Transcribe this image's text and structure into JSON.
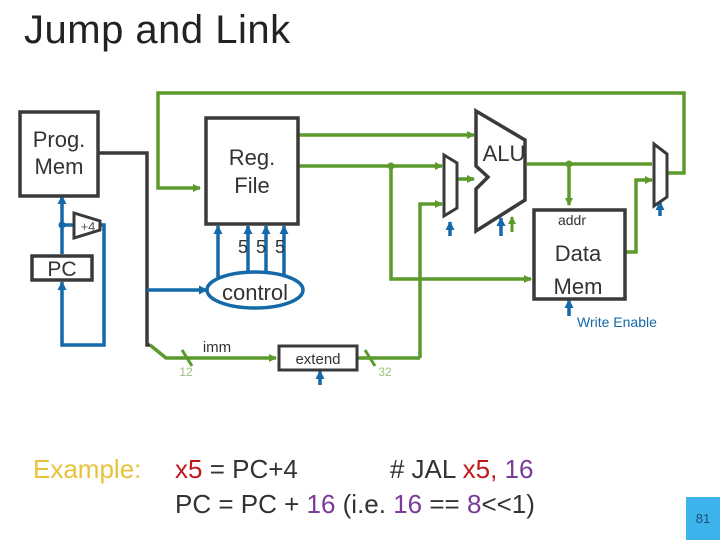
{
  "slide": {
    "title": "Jump and Link",
    "page_number": "81"
  },
  "colors": {
    "datapath": "#5b9a2b",
    "control": "#1469a8",
    "component": "#3a3a3a",
    "bitwidth_label": "#9cc27a",
    "example_label": "#e8c23a",
    "register_highlight": "#c0191c",
    "immediate_highlight": "#7a3c96",
    "page_badge": "#3cb3ea"
  },
  "diagram": {
    "prog_mem": {
      "line1": "Prog.",
      "line2": "Mem"
    },
    "reg_file": {
      "line1": "Reg.",
      "line2": "File"
    },
    "alu": {
      "label": "ALU"
    },
    "data_mem": {
      "addr_label": "addr",
      "line1": "Data",
      "line2": "Mem",
      "write_enable_label": "Write Enable"
    },
    "pc": {
      "label": "PC"
    },
    "adder": {
      "label": "+4"
    },
    "control": {
      "label": "control"
    },
    "reg_selects": [
      "5",
      "5",
      "5"
    ],
    "imm_label": "imm",
    "imm_width": "12",
    "extend": {
      "label": "extend"
    },
    "extended_width": "32"
  },
  "example": {
    "label": "Example:",
    "line1": {
      "reg": "x5",
      "assign": " = PC+4",
      "comment_prefix": "# JAL ",
      "comment_reg": "x5,",
      "comment_imm": " 16"
    },
    "line2": {
      "prefix": "PC = PC + ",
      "imm": "16",
      "mid": " (i.e. ",
      "imm2": "16",
      "eq": " == ",
      "imm3": "8",
      "suffix": "<<1)"
    }
  }
}
